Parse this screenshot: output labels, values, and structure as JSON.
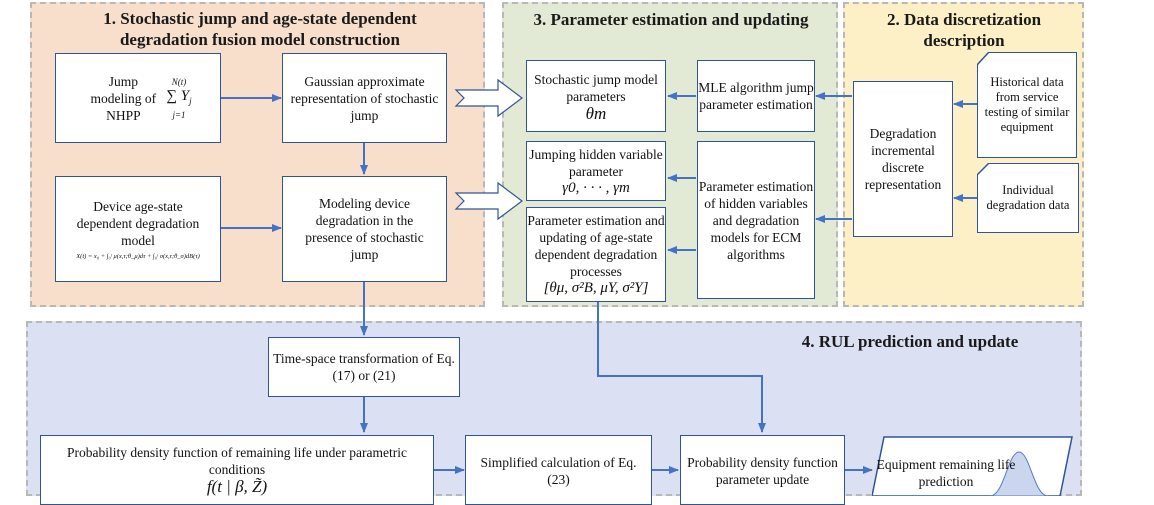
{
  "sections": {
    "s1_title": "1. Stochastic jump and age-state dependent degradation fusion model construction",
    "s2_title": "2. Data discretization description",
    "s3_title": "3. Parameter estimation and updating",
    "s4_title": "4. RUL prediction and update"
  },
  "section1": {
    "jump_modeling": "Jump modeling of NHPP",
    "jump_sum": "∑ Y",
    "jump_sum_sub": "j",
    "jump_sum_upper": "N(t)",
    "jump_sum_lower": "j=1",
    "gaussian": "Gaussian approximate representation of stochastic jump",
    "device_model": "Device age-state dependent degradation model",
    "device_formula": "X(t) = x₀ + ∫₀ᵗ μ(x,τ;θ_μ)dτ + ∫₀ᵗ σ(x,τ;θ_σ)dB(τ)",
    "modeling_device": "Modeling device degradation in the presence of stochastic jump"
  },
  "section3": {
    "stochastic_params": "Stochastic jump model parameters",
    "theta_m": "θm",
    "hidden_variable": "Jumping hidden variable parameter",
    "gamma_params": "γ0, · · · , γm",
    "param_est_update": "Parameter estimation and updating of age-state dependent degradation processes",
    "param_vector": "[θμ, σ²B, μY, σ²Y]",
    "mle": "MLE algorithm jump parameter estimation",
    "ecm": "Parameter estimation of hidden variables and degradation models for ECM algorithms"
  },
  "section2": {
    "incremental": "Degradation incremental discrete representation",
    "historical": "Historical data from service testing of similar equipment",
    "individual": "Individual degradation data"
  },
  "section4": {
    "time_space": "Time-space transformation of Eq.(17) or (21)",
    "pdf_remaining": "Probability density function of remaining life under parametric conditions",
    "pdf_formula": "f(t | β, Z̃)",
    "simplified": "Simplified calculation of Eq. (23)",
    "pdf_update": "Probability density function parameter update",
    "equipment_rul": "Equipment remaining life prediction"
  },
  "colors": {
    "s1_bg": "#f8dfcc",
    "s2_bg": "#fdefc6",
    "s3_bg": "#e2ead6",
    "s4_bg": "#dbe1f2",
    "arrow": "#4472c4",
    "box_border": "#2f5597"
  }
}
